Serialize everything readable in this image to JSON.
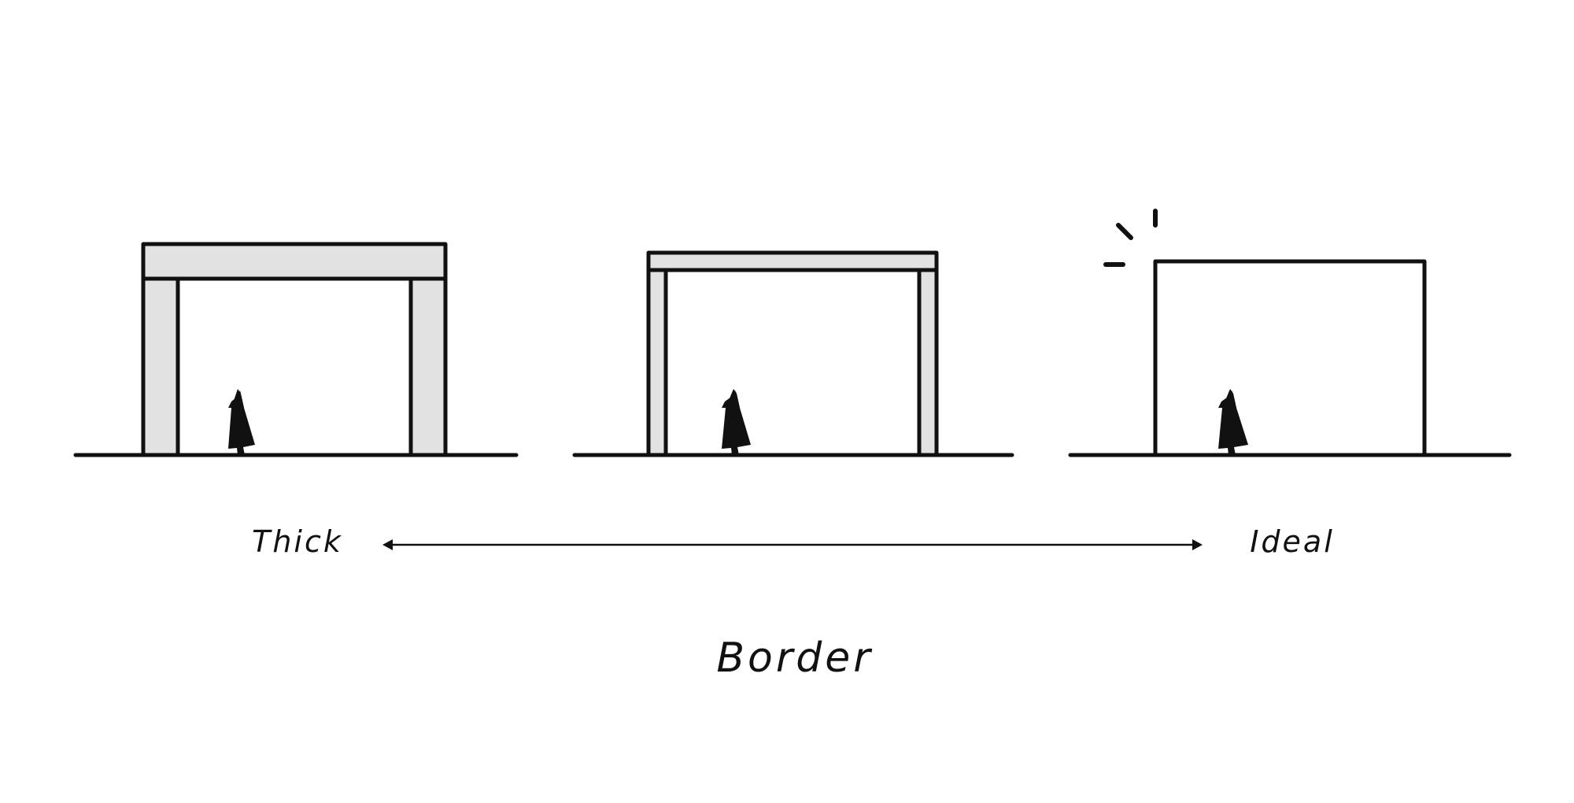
{
  "labels": {
    "left_end": "Thick",
    "right_end": "Ideal",
    "title": "Border"
  },
  "frames": [
    {
      "name": "thick-border-frame",
      "border_level": "thick"
    },
    {
      "name": "thin-border-frame",
      "border_level": "thin"
    },
    {
      "name": "no-border-frame",
      "border_level": "none",
      "accent": "sparkle-marks"
    }
  ],
  "colors": {
    "ink": "#111111",
    "border_fill": "#e2e2e2",
    "background": "#ffffff"
  },
  "icons": {
    "person": "person-silhouette-icon",
    "sparkle": "sparkle-icon",
    "scale_arrow": "double-headed-arrow"
  }
}
